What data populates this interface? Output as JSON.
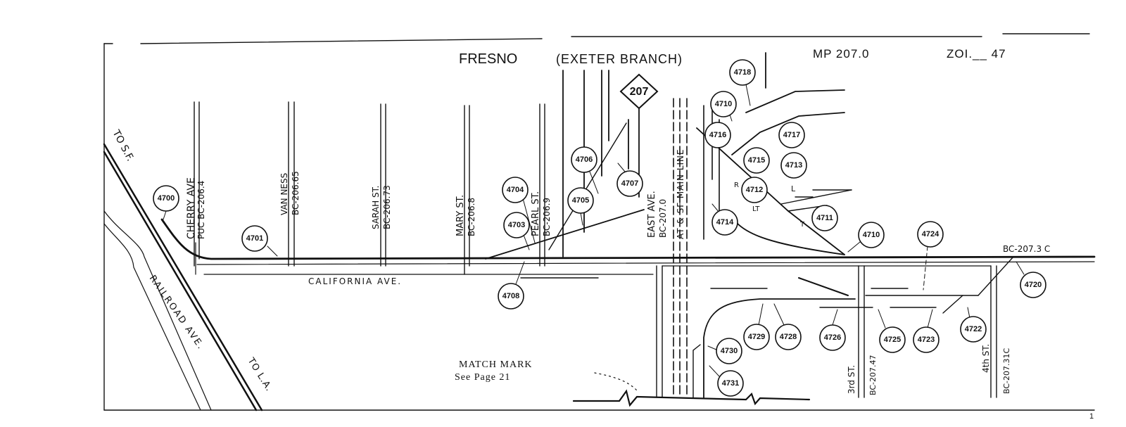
{
  "header": {
    "title": "FRESNO",
    "branch": "(EXETER BRANCH)",
    "mp": "MP 207.0",
    "zone": "ZOI.__ 47"
  },
  "route_shield": "207",
  "match_mark": {
    "line1": "MATCH MARK",
    "line2": "See Page 21"
  },
  "page_number": "1",
  "streets": {
    "to_sf": "TO S.F.",
    "to_la": "TO L.A.",
    "railroad_ave": "RAILROAD AVE.",
    "california_ave": "CALIFORNIA AVE.",
    "cherry_ave": "CHERRY AVE",
    "cherry_puc": "PUC BC-206.4",
    "van_ness": "VAN NESS",
    "van_ness_bc": "BC-206.65",
    "sarah": "SARAH ST.",
    "sarah_bc": "BC-206.73",
    "mary": "MARY ST.",
    "mary_bc": "BC-206.8",
    "pearl": "PEARL ST.",
    "pearl_bc": "BC-206.9",
    "east_ave": "EAST AVE.",
    "east_ave_bc": "BC-207.0",
    "main_line": "AT & SF MAIN LINE",
    "third_st": "3rd ST.",
    "third_bc": "BC-207.47",
    "fourth_st": "4th ST.",
    "fourth_bc": "BC-207.31C",
    "bc_right": "BC-207.3 C"
  },
  "annotations": {
    "l1": "L",
    "lt": "LT",
    "t": "T",
    "r": "R"
  },
  "nodes": [
    "4700",
    "4701",
    "4703",
    "4704",
    "4705",
    "4706",
    "4707",
    "4708",
    "4710",
    "4710",
    "4711",
    "4712",
    "4713",
    "4714",
    "4715",
    "4716",
    "4717",
    "4718",
    "4720",
    "4722",
    "4723",
    "4724",
    "4725",
    "4726",
    "4728",
    "4729",
    "4730",
    "4731"
  ]
}
